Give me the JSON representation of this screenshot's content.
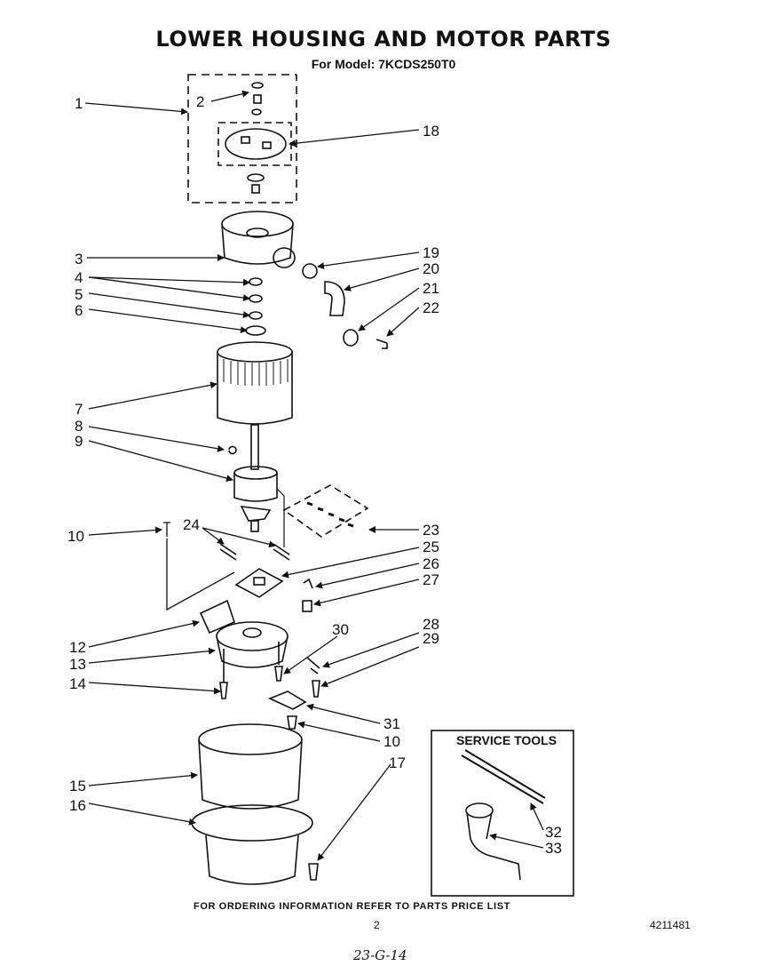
{
  "header": {
    "title": "LOWER HOUSING AND MOTOR PARTS",
    "subtitle": "For Model: 7KCDS250T0"
  },
  "service_tools": {
    "title": "SERVICE TOOLS"
  },
  "callouts": [
    "1",
    "2",
    "18",
    "3",
    "19",
    "20",
    "4",
    "21",
    "5",
    "22",
    "6",
    "7",
    "8",
    "9",
    "10",
    "24",
    "23",
    "25",
    "26",
    "27",
    "12",
    "13",
    "30",
    "28",
    "29",
    "14",
    "31",
    "10",
    "17",
    "15",
    "16",
    "32",
    "33"
  ],
  "footer": {
    "note": "FOR ORDERING INFORMATION REFER TO PARTS PRICE LIST",
    "page_number": "2",
    "document_number": "4211481",
    "handwritten": "23-G-14"
  }
}
